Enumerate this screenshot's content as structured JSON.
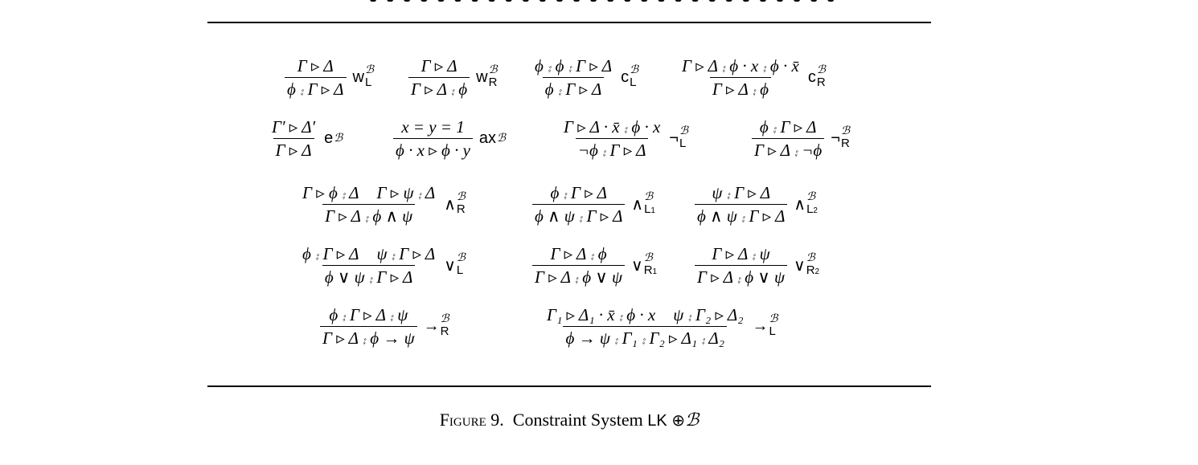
{
  "header_clip": "● ● ● ● ● ● ● ● ● ● ● ● ● ● ● ● ● ● ● ● ● ● ● ● ● ● ● ●",
  "rules": [
    {
      "premises": [
        "Γ ▹ Δ"
      ],
      "conclusion": "ϕ ⨾ Γ ▹ Δ",
      "name": "w",
      "sup": "ℬ",
      "sub": "L",
      "subidx": ""
    },
    {
      "premises": [
        "Γ ▹ Δ"
      ],
      "conclusion": "Γ ▹ Δ ⨾ ϕ",
      "name": "w",
      "sup": "ℬ",
      "sub": "R",
      "subidx": ""
    },
    {
      "premises": [
        "ϕ ⨾ ϕ ⨾ Γ ▹ Δ"
      ],
      "conclusion": "ϕ ⨾ Γ ▹ Δ",
      "name": "c",
      "sup": "ℬ",
      "sub": "L",
      "subidx": ""
    },
    {
      "premises": [
        "Γ ▹ Δ ⨾ ϕ · x ⨾ ϕ · x̄"
      ],
      "conclusion": "Γ ▹ Δ ⨾ ϕ",
      "name": "c",
      "sup": "ℬ",
      "sub": "R",
      "subidx": ""
    },
    {
      "premises": [
        "Γ′ ▹ Δ′"
      ],
      "conclusion": "Γ ▹ Δ",
      "name": "e",
      "sup": "ℬ",
      "sub": "",
      "subidx": ""
    },
    {
      "premises": [
        "x = y = 1"
      ],
      "conclusion": "ϕ · x ▹ ϕ · y",
      "name": "ax",
      "sup": "ℬ",
      "sub": "",
      "subidx": ""
    },
    {
      "premises": [
        "Γ ▹ Δ · x̄ ⨾ ϕ · x"
      ],
      "conclusion": "¬ϕ ⨾ Γ ▹ Δ",
      "name": "¬",
      "sup": "ℬ",
      "sub": "L",
      "subidx": ""
    },
    {
      "premises": [
        "ϕ ⨾ Γ ▹ Δ"
      ],
      "conclusion": "Γ ▹ Δ ⨾ ¬ϕ",
      "name": "¬",
      "sup": "ℬ",
      "sub": "R",
      "subidx": ""
    },
    {
      "premises": [
        "Γ ▹ ϕ ⨾ Δ",
        "Γ ▹ ψ ⨾ Δ"
      ],
      "conclusion": "Γ ▹ Δ ⨾ ϕ ∧ ψ",
      "name": "∧",
      "sup": "ℬ",
      "sub": "R",
      "subidx": ""
    },
    {
      "premises": [
        "ϕ ⨾ Γ ▹ Δ"
      ],
      "conclusion": "ϕ ∧ ψ ⨾ Γ ▹ Δ",
      "name": "∧",
      "sup": "ℬ",
      "sub": "L",
      "subidx": "1"
    },
    {
      "premises": [
        "ψ ⨾ Γ ▹ Δ"
      ],
      "conclusion": "ϕ ∧ ψ ⨾ Γ ▹ Δ",
      "name": "∧",
      "sup": "ℬ",
      "sub": "L",
      "subidx": "2"
    },
    {
      "premises": [
        "ϕ ⨾ Γ ▹ Δ",
        "ψ ⨾ Γ ▹ Δ"
      ],
      "conclusion": "ϕ ∨ ψ ⨾ Γ ▹ Δ",
      "name": "∨",
      "sup": "ℬ",
      "sub": "L",
      "subidx": ""
    },
    {
      "premises": [
        "Γ ▹ Δ ⨾ ϕ"
      ],
      "conclusion": "Γ ▹ Δ ⨾ ϕ ∨ ψ",
      "name": "∨",
      "sup": "ℬ",
      "sub": "R",
      "subidx": "1"
    },
    {
      "premises": [
        "Γ ▹ Δ ⨾ ψ"
      ],
      "conclusion": "Γ ▹ Δ ⨾ ϕ ∨ ψ",
      "name": "∨",
      "sup": "ℬ",
      "sub": "R",
      "subidx": "2"
    },
    {
      "premises": [
        "ϕ ⨾ Γ ▹ Δ ⨾ ψ"
      ],
      "conclusion": "Γ ▹ Δ ⨾ ϕ → ψ",
      "name": "→",
      "sup": "ℬ",
      "sub": "R",
      "subidx": ""
    },
    {
      "premises": [
        "Γ₁ ▹ Δ₁ · x̄ ⨾ ϕ · x",
        "ψ ⨾ Γ₂ ▹ Δ₂"
      ],
      "conclusion": "ϕ → ψ ⨾ Γ₁ ⨾ Γ₂ ▹ Δ₁ ⨾ Δ₂",
      "name": "→",
      "sup": "ℬ",
      "sub": "L",
      "subidx": ""
    }
  ],
  "caption": {
    "figure": "Figure 9.",
    "text": "Constraint System",
    "system": "LK ⊕",
    "calB": "ℬ"
  }
}
